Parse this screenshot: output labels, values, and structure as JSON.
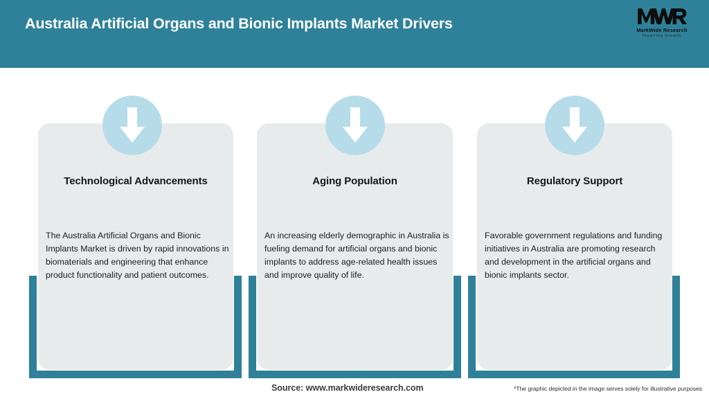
{
  "header": {
    "title": "Australia Artificial Organs and Bionic Implants Market Drivers",
    "background_color": "#2e8199",
    "title_color": "#ffffff",
    "logo": {
      "mark": "MWR",
      "name": "MarkWide Research",
      "tagline": "Inspiring Growth"
    }
  },
  "theme": {
    "accent_teal": "#2e8199",
    "card_background": "#e8ebec",
    "icon_circle": "#b6dcea",
    "arrow_color": "#ffffff",
    "page_background": "#ffffff"
  },
  "drivers": [
    {
      "icon": "down-arrow-icon",
      "title": "Technological Advancements",
      "body": "The Australia Artificial Organs and Bionic Implants Market is driven by rapid innovations in biomaterials and engineering that enhance product functionality and patient outcomes."
    },
    {
      "icon": "down-arrow-icon",
      "title": "Aging Population",
      "body": "An increasing elderly demographic in Australia is fueling demand for artificial organs and bionic implants to address age-related health issues and improve quality of life."
    },
    {
      "icon": "down-arrow-icon",
      "title": "Regulatory Support",
      "body": "Favorable government regulations and funding initiatives in Australia are promoting research and development in the artificial organs and bionic implants sector."
    }
  ],
  "footer": {
    "source": "Source: www.markwideresearch.com",
    "disclaimer": "*The graphic depicted in the image serves solely for illustrative purposes"
  }
}
